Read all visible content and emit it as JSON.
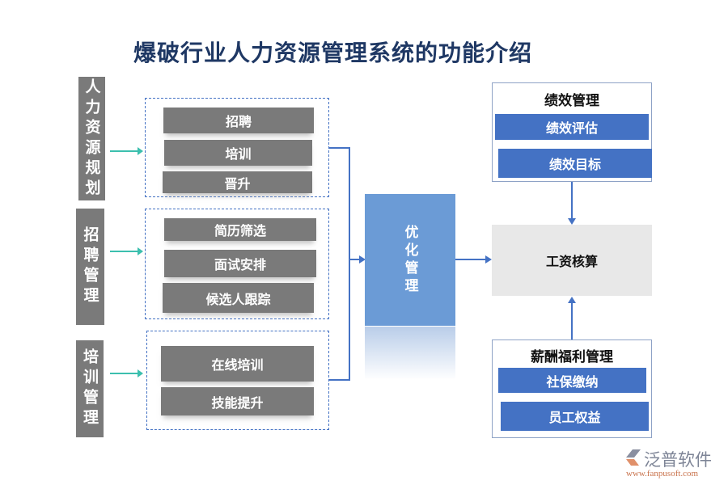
{
  "title": "爆破行业人力资源管理系统的功能介绍",
  "left_groups": [
    {
      "label": "人力资源规划",
      "items": [
        "招聘",
        "培训",
        "晋升"
      ]
    },
    {
      "label": "招聘管理",
      "items": [
        "简历筛选",
        "面试安排",
        "候选人跟踪"
      ]
    },
    {
      "label": "培训管理",
      "items": [
        "在线培训",
        "技能提升"
      ]
    }
  ],
  "center": {
    "label": "优化管理"
  },
  "right": {
    "performance": {
      "title": "绩效管理",
      "items": [
        "绩效评估",
        "绩效目标"
      ]
    },
    "payroll": {
      "label": "工资核算"
    },
    "benefits": {
      "title": "薪酬福利管理",
      "items": [
        "社保缴纳",
        "员工权益"
      ]
    }
  },
  "logo": {
    "name": "泛普软件",
    "url": "www.fanpusoft.com"
  },
  "colors": {
    "gray": "#7a7a7a",
    "blue": "#4472c4",
    "center": "#6b9bd6",
    "teal": "#3cbfae",
    "title": "#1f3864"
  }
}
